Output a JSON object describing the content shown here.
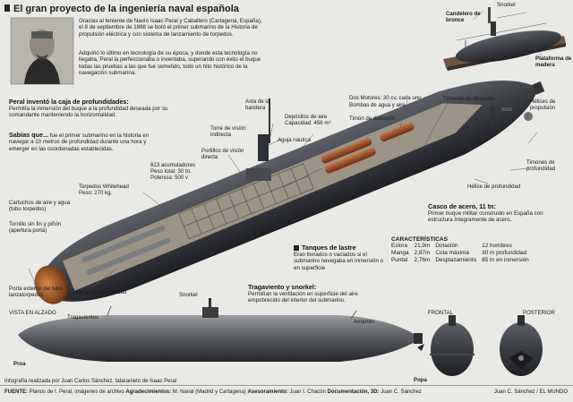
{
  "title": "El gran proyecto de la ingeniería naval española",
  "intro": {
    "p1": "Gracias al teniente de Navío Isaac Peral y Caballero (Cartagena, España), el 8 de septiembre de 1888 se botó el primer submarino de la Historia de propulsión eléctrica y con sistema de lanzamiento de torpedos.",
    "p2": "Adquirió lo último en tecnología de su época, y donde esta tecnología no llegaba, Peral la perfeccionaba o inventaba, superando con éxito el buque todas las pruebas a las que fue sometido, todo un hito histórico de la navegación submarina."
  },
  "notes": {
    "depth": {
      "title": "Peral inventó la caja de profundidades:",
      "text": "Permitía la inmersión del buque a la profundidad deseada por su comandante manteniendo la horizontalidad."
    },
    "knew": {
      "title": "Sabías que...",
      "text": "fue el primer submarino en la historia en navegar a 10 metros de profundidad durante una hora y emerger en las coordenadas establecidas."
    },
    "ballast": {
      "title": "Tanques de lastre",
      "text": "Eran llenados o vaciados si el submarino navegaba en inmersión o en superficie"
    },
    "snorkel": {
      "title": "Tragaviento y snorkel:",
      "text": "Permitían la ventilación en superficie del aire empobrecido del interior del submarino."
    },
    "hull": {
      "title": "Casco de acero, 11 tn:",
      "text": "Primer buque militar construido en España con estructura íntegramente de acero."
    }
  },
  "labels": {
    "candelero": "Candelero de bronce",
    "snorkel_top": "Snorkel",
    "plataforma": "Plataforma de madera",
    "asta": "Asta de la bandera",
    "torre": "Torre de visión indirecta",
    "depositos": "Depósitos de aire Capacidad: 456 m³",
    "aguja": "Aguja náutica",
    "dos_motores": "Dos Motores: 30 cv, cada uno",
    "bombas": "Bombas de agua y aire",
    "timon_dir": "Timón de dirección",
    "timones_dir": "Timones de dirección",
    "helices_prop": "Hélices de propulsión",
    "portillos": "Portillos de visión directa",
    "acumuladores": "613 acumuladores Peso total: 30 tn. Potencia: 500 v",
    "torpedos": "Torpedos Whitehead Peso: 270 kg.",
    "cartuchos": "Cartuchos de aire y agua (tubo torpedos)",
    "tornillo": "Tornillo sin fin y piñón (apertura porta)",
    "timones_prof": "Timones de profundidad",
    "helice_prof_r": "Hélice de profundidad",
    "porta": "Porta exterior del tubo lanzatorpedos",
    "helice_prof_l": "Hélice de profundidad",
    "vista": "VISTA EN ALZADO",
    "snorkel_low": "Snorkel",
    "tragavientos": "Tragavientos",
    "amarres": "Amarres",
    "proa": "Proa",
    "popa": "Popa",
    "frontal": "FRONTAL",
    "posterior": "POSTERIOR"
  },
  "specs": {
    "title": "CARACTERÍSTICAS",
    "rows": [
      {
        "k1": "Eslora",
        "v1": "21,9m",
        "k2": "Dotación",
        "v2": "12 hombres"
      },
      {
        "k1": "Manga",
        "v1": "2,87m",
        "k2": "Cota máxima",
        "v2": "30 m profundidad"
      },
      {
        "k1": "Puntal",
        "v1": "2,76m",
        "k2": "Desplazamiento",
        "v2": "85 tn en inmersión"
      }
    ]
  },
  "credits": {
    "infografia": "Infografía realizada por Juan Carlos Sánchez, tataranieto de Isaac Peral",
    "fuente_label": "FUENTE:",
    "fuente": "Planos de I. Peral, imágenes de archivo",
    "agrad_label": "Agradecimientos:",
    "agrad": "M. Naval (Madrid y Cartagena)",
    "ases_label": "Asesoramiento:",
    "ases": "Juan I. Chacón",
    "doc_label": "Documentación, 3D:",
    "doc": "Juan C. Sánchez",
    "signature": "Juan C. Sánchez / EL MUNDO"
  },
  "colors": {
    "accent_red": "#aa1111",
    "background": "#e9e9e6",
    "hull_dark": "#2f3236"
  }
}
